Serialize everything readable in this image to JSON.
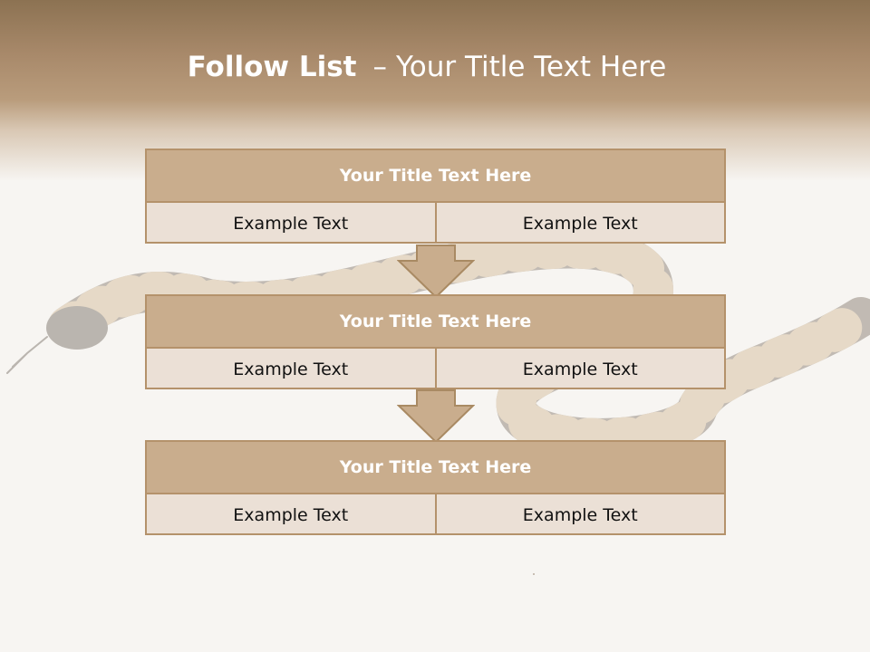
{
  "slide": {
    "title_bold": "Follow List",
    "title_dash": "–",
    "title_rest": "Your Title Text Here"
  },
  "blocks": [
    {
      "title": "Your Title Text Here",
      "left": "Example Text",
      "right": "Example Text"
    },
    {
      "title": "Your Title Text Here",
      "left": "Example Text",
      "right": "Example Text"
    },
    {
      "title": "Your Title Text Here",
      "left": "Example Text",
      "right": "Example Text"
    }
  ],
  "colors": {
    "header_top": "#8c7252",
    "block_title_bg": "#c9ad8d",
    "block_body_bg": "#ebe0d6",
    "border": "#b4926b",
    "arrow_fill": "#c9ad8d"
  },
  "background_image": "rattlesnake-photo"
}
